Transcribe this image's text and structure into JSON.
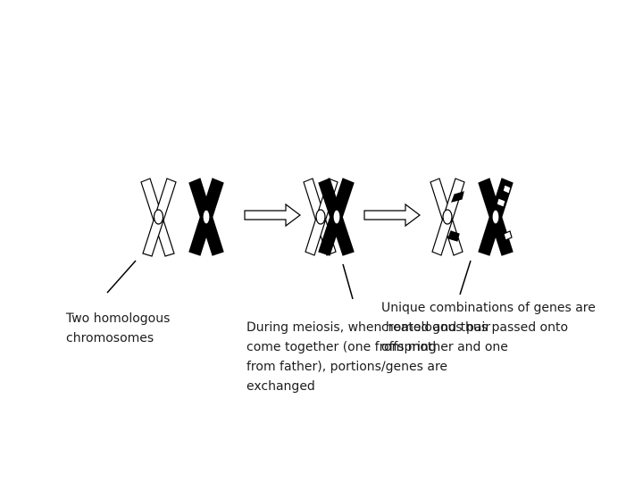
{
  "labels": {
    "homologous": "Two homologous chromosomes",
    "meiosis": "During meiosis, when homologous pair come together (one from mother and one from father), portions/genes are exchanged",
    "unique": "Unique combinations of genes are created and thus passed onto offspring"
  },
  "colors": {
    "outline": "#000000",
    "light_chromosome": "#ffffff",
    "dark_chromosome": "#000000",
    "text": "#1a1a1a"
  },
  "stages": [
    "homologous-pair",
    "crossing-over",
    "recombined-pair"
  ]
}
